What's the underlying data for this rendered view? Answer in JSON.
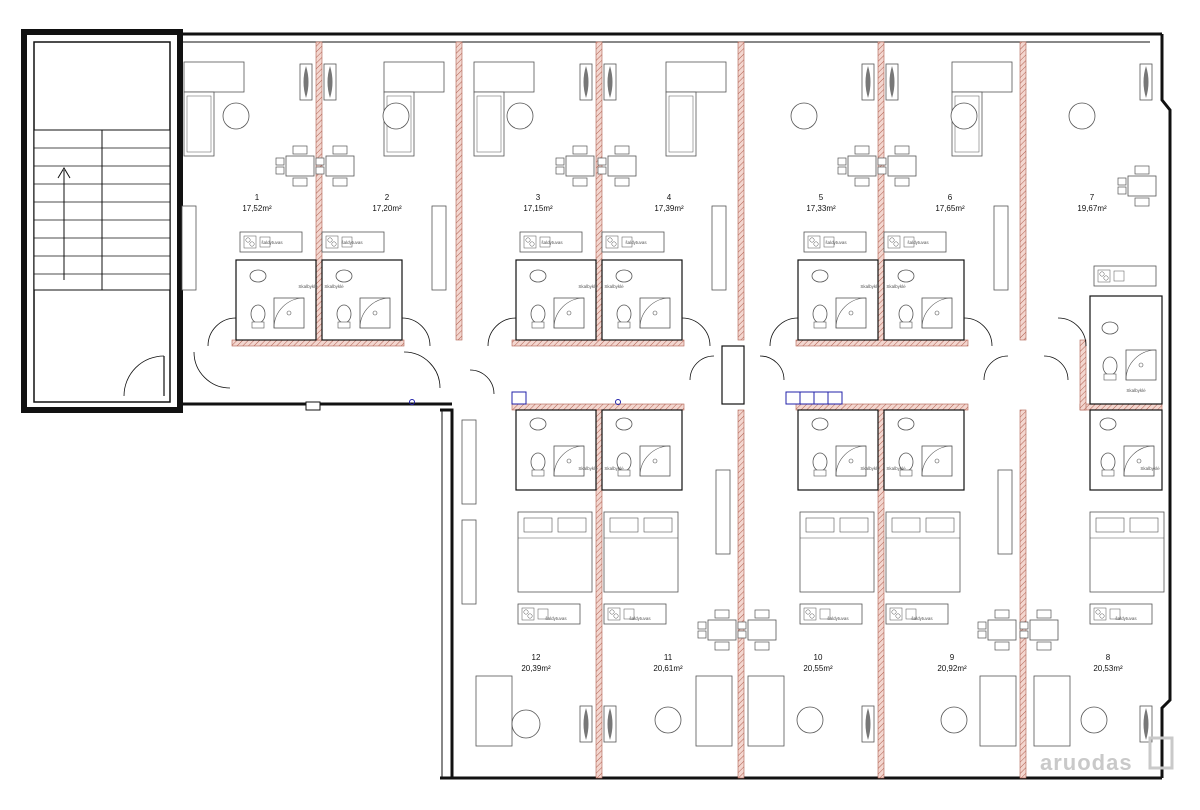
{
  "colors": {
    "wall": "#111111",
    "stair_hatch": "#e9e9e9",
    "partition_fill": "#f3d6cf",
    "partition_stroke": "#b06050",
    "furniture": "#555555",
    "window_blue": "#2222aa",
    "watermark": "#c9c9c9"
  },
  "rooms": [
    {
      "id": "1",
      "number": "1",
      "area": "17,52m²"
    },
    {
      "id": "2",
      "number": "2",
      "area": "17,20m²"
    },
    {
      "id": "3",
      "number": "3",
      "area": "17,15m²"
    },
    {
      "id": "4",
      "number": "4",
      "area": "17,39m²"
    },
    {
      "id": "5",
      "number": "5",
      "area": "17,33m²"
    },
    {
      "id": "6",
      "number": "6",
      "area": "17,65m²"
    },
    {
      "id": "7",
      "number": "7",
      "area": "19,67m²"
    },
    {
      "id": "8",
      "number": "8",
      "area": "20,53m²"
    },
    {
      "id": "9",
      "number": "9",
      "area": "20,92m²"
    },
    {
      "id": "10",
      "number": "10",
      "area": "20,55m²"
    },
    {
      "id": "11",
      "number": "11",
      "area": "20,61m²"
    },
    {
      "id": "12",
      "number": "12",
      "area": "20,39m²"
    }
  ],
  "fixtures": {
    "fridge_label": "šaldytuvas",
    "washer_label": "Skalbyklė"
  },
  "watermark": {
    "text": "aruodas"
  },
  "icons": {
    "stair_arrow": "up-arrow-icon",
    "door": "door-swing-icon"
  }
}
